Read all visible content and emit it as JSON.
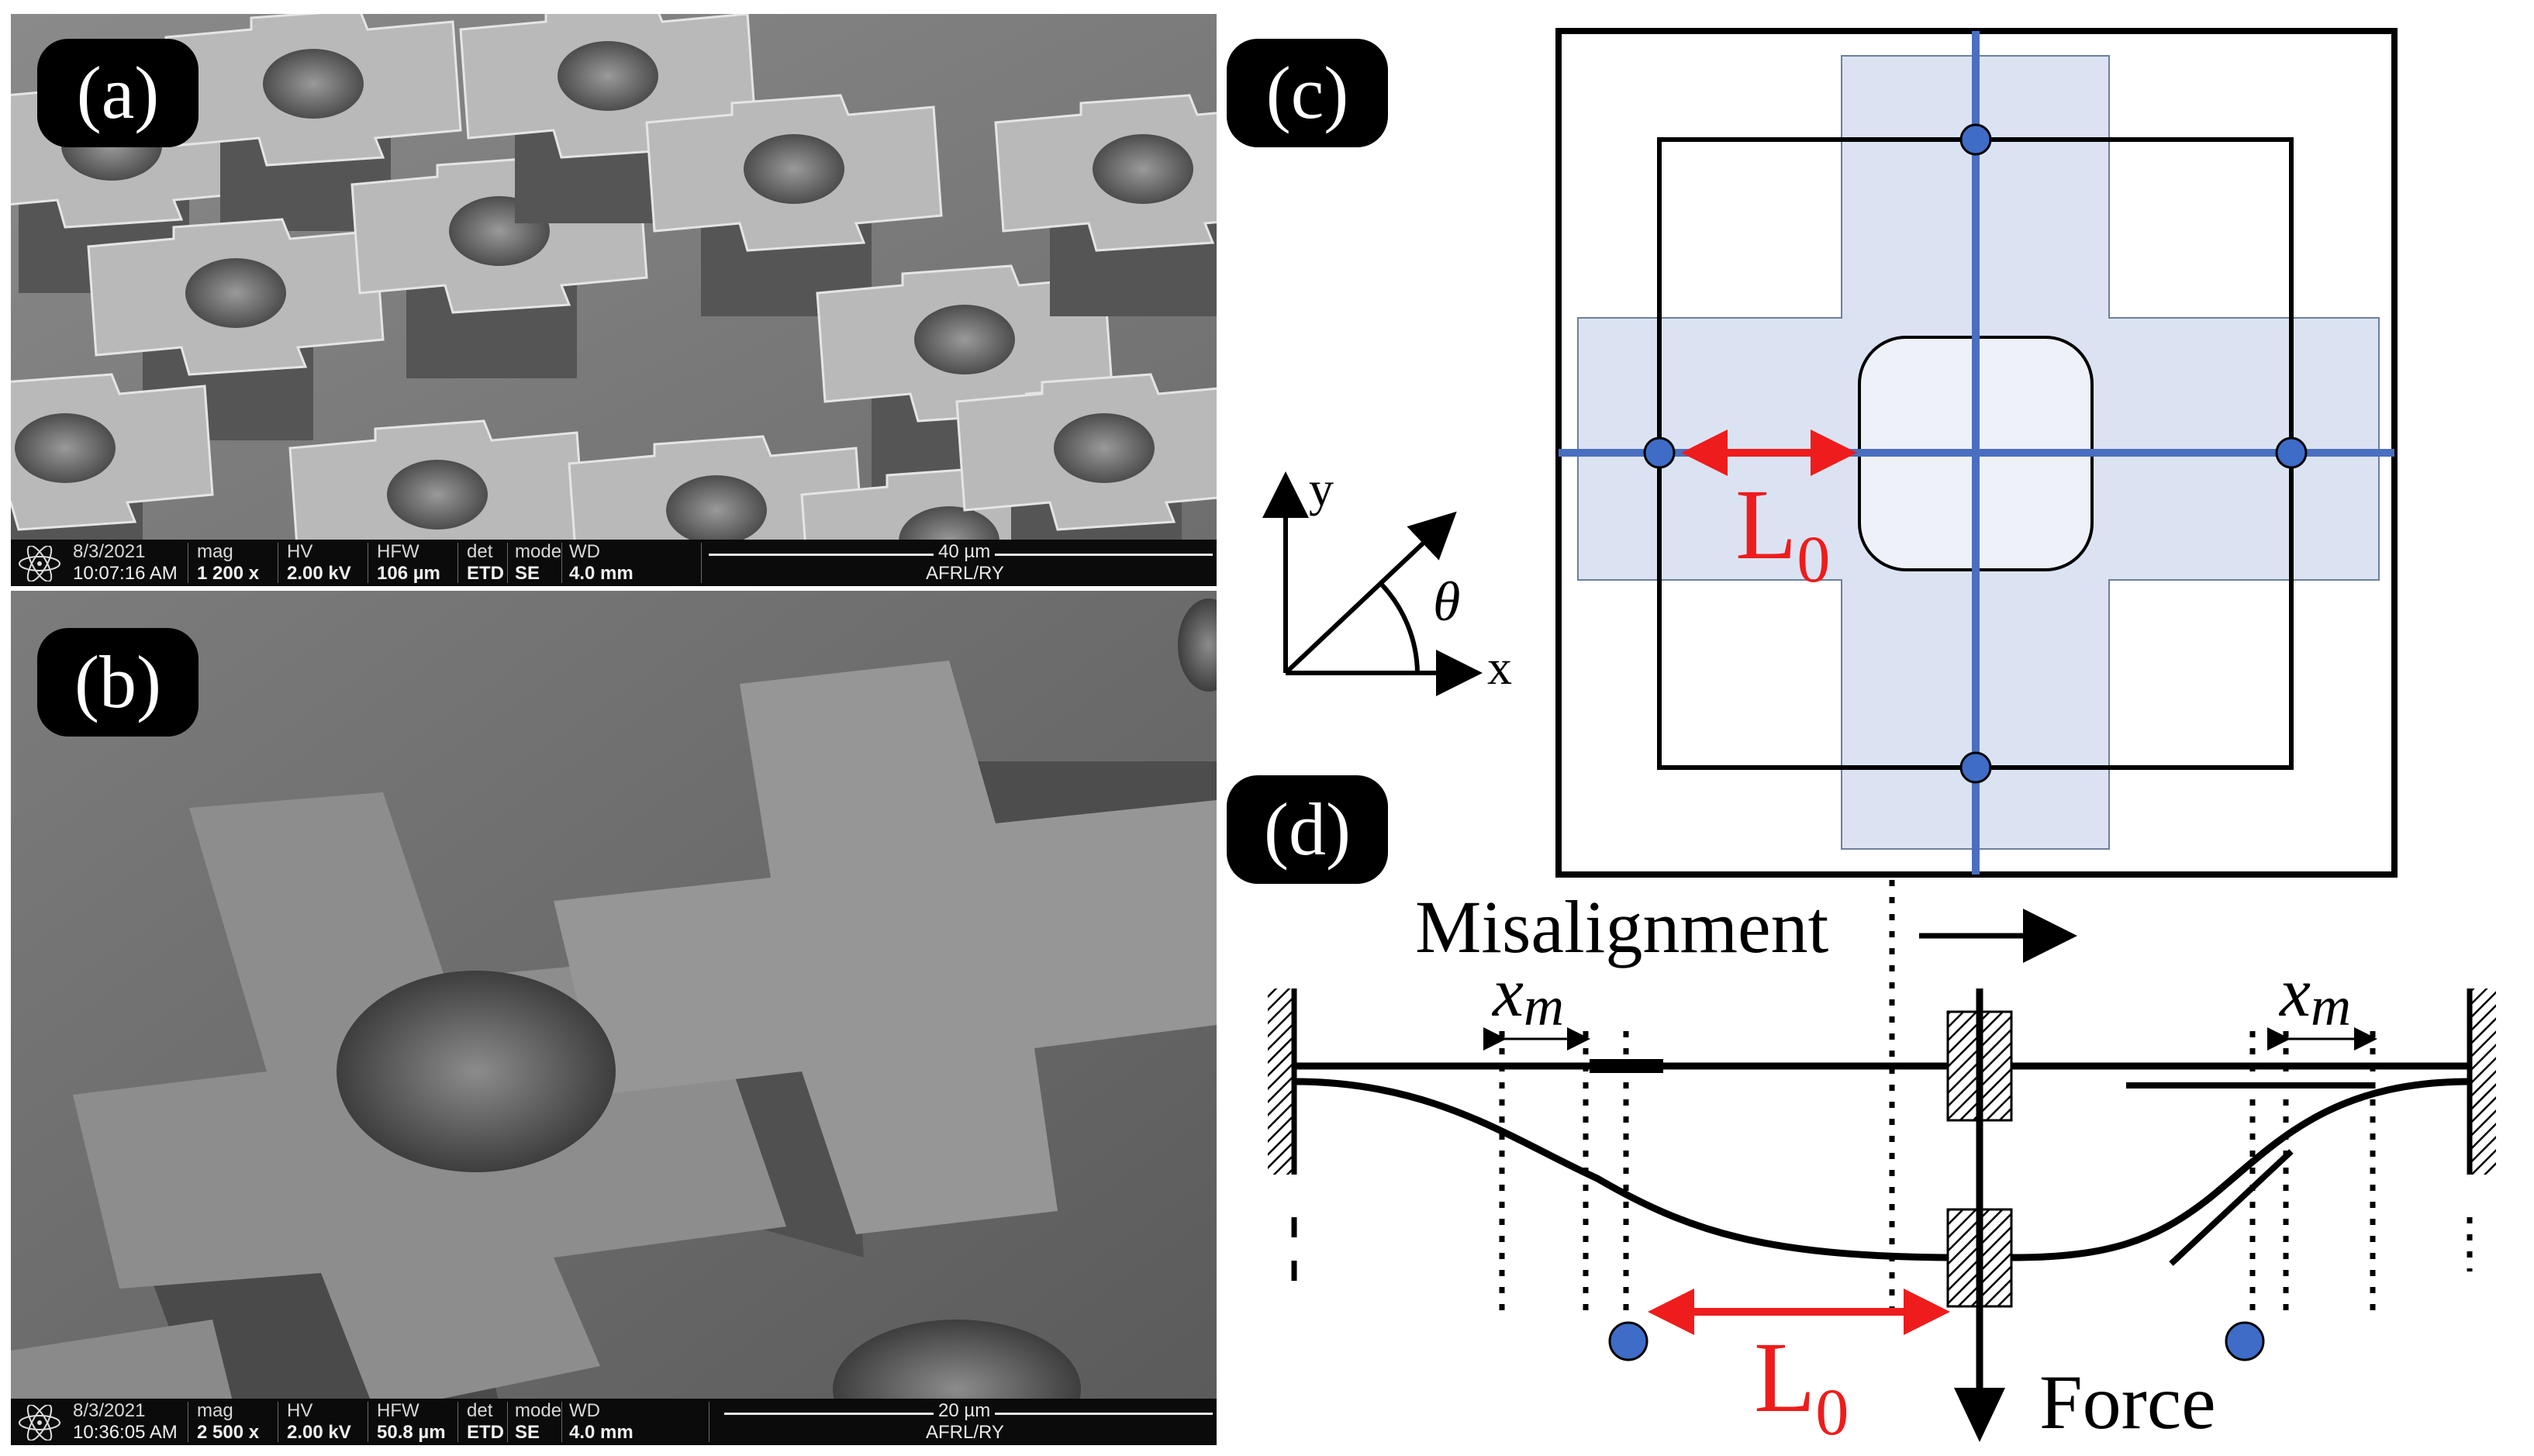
{
  "panels": {
    "a": {
      "label": "(a)"
    },
    "b": {
      "label": "(b)"
    },
    "c": {
      "label": "(c)"
    },
    "d": {
      "label": "(d)"
    }
  },
  "sem_a": {
    "date": "8/3/2021",
    "time": "10:07:16 AM",
    "headers": [
      "mag",
      "HV",
      "HFW",
      "det",
      "mode",
      "WD"
    ],
    "values": [
      "1 200 x",
      "2.00 kV",
      "106 µm",
      "ETD",
      "SE",
      "4.0 mm"
    ],
    "scale": "40 µm",
    "org": "AFRL/RY"
  },
  "sem_b": {
    "date": "8/3/2021",
    "time": "10:36:05 AM",
    "headers": [
      "mag",
      "HV",
      "HFW",
      "det",
      "mode",
      "WD"
    ],
    "values": [
      "2 500 x",
      "2.00 kV",
      "50.8 µm",
      "ETD",
      "SE",
      "4.0 mm"
    ],
    "scale": "20 µm",
    "org": "AFRL/RY"
  },
  "axes": {
    "y": "y",
    "x": "x",
    "angle": "θ"
  },
  "diagram_c": {
    "length_label": "L",
    "length_sub": "0"
  },
  "diagram_d": {
    "misalignment": "Misalignment",
    "xm_left": "x",
    "xm_left_sub": "m",
    "xm_right": "x",
    "xm_right_sub": "m",
    "length_label": "L",
    "length_sub": "0",
    "force": "Force"
  },
  "colors": {
    "cross_fill": "#dbe3f2",
    "axis_line": "#4a6fc0",
    "node": "#3e6cc7",
    "red": "#ee1c1c",
    "badge": "#000000"
  }
}
